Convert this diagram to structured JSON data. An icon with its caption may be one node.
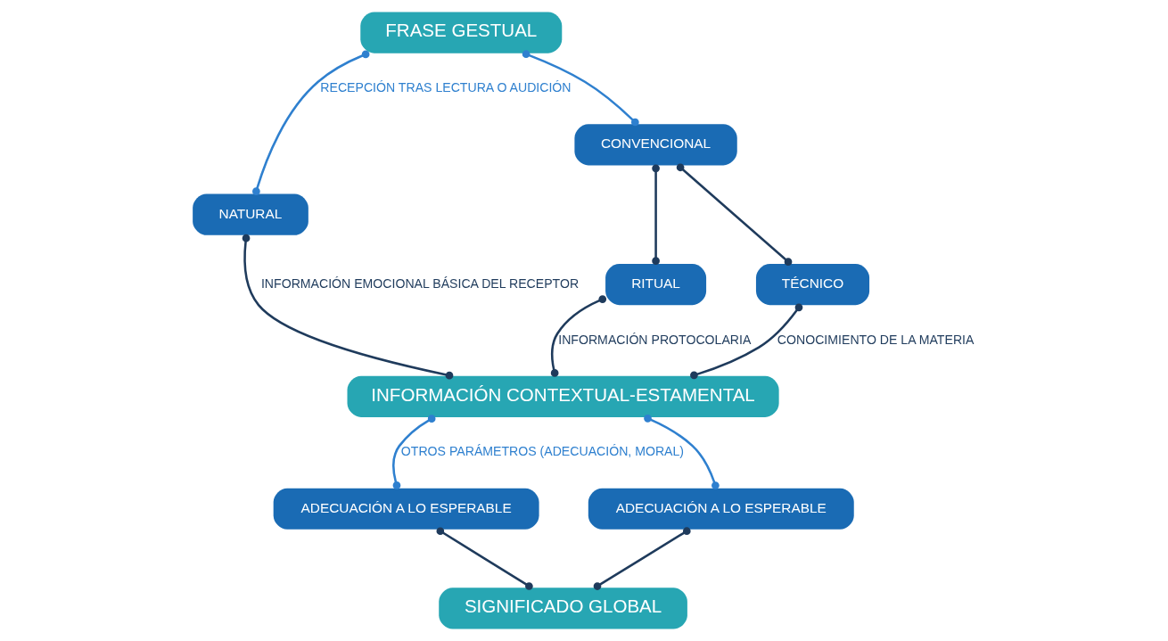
{
  "diagram": {
    "nodes": [
      {
        "text": [
          "FRASE GESTUAL"
        ]
      },
      {
        "text": [
          "NATURAL"
        ]
      },
      {
        "text": [
          "CONVENCIONAL"
        ]
      },
      {
        "text": [
          "RITUAL"
        ]
      },
      {
        "text": [
          "TÉCNICO"
        ]
      },
      {
        "text": [
          "INFORMACIÓN CONTEXTUAL-ESTAMENTAL"
        ]
      },
      {
        "text": [
          "ADECUACIÓN A LO ESPERABLE"
        ]
      },
      {
        "text": [
          "ADECUACIÓN A LO ESPERABLE"
        ]
      },
      {
        "text": [
          "SIGNIFICADO GLOBAL"
        ]
      }
    ],
    "edges": [
      {
        "from": 0,
        "to": 1,
        "arrow": "other",
        "label": "RECEPCIÓN TRAS LECTURA O AUDICIÓN",
        "color": "#2f80cf"
      },
      {
        "from": 0,
        "to": 2,
        "arrow": "other",
        "color": "#2f80cf"
      },
      {
        "from": 1,
        "to": 5,
        "arrow": "other",
        "label": "INFORMACIÓN EMOCIONAL BÁSICA DEL RECEPTOR"
      },
      {
        "from": 2,
        "to": 3,
        "arrow": "other"
      },
      {
        "from": 2,
        "to": 4,
        "arrow": "other"
      },
      {
        "from": 3,
        "to": 5,
        "arrow": "other",
        "label": "INFORMACIÓN PROTOCOLARIA"
      },
      {
        "from": 4,
        "to": 5,
        "arrow": "other",
        "label": "CONOCIMIENTO DE LA MATERIA"
      },
      {
        "from": 5,
        "to": 6,
        "arrow": "other",
        "label": "OTROS PARÁMETROS (ADECUACIÓN, MORAL)",
        "color": "#2f80cf"
      },
      {
        "from": 5,
        "to": 7,
        "arrow": "other",
        "color": "#2f80cf"
      },
      {
        "from": 6,
        "to": 8,
        "arrow": "other"
      },
      {
        "from": 7,
        "to": 8,
        "arrow": "other"
      }
    ]
  }
}
